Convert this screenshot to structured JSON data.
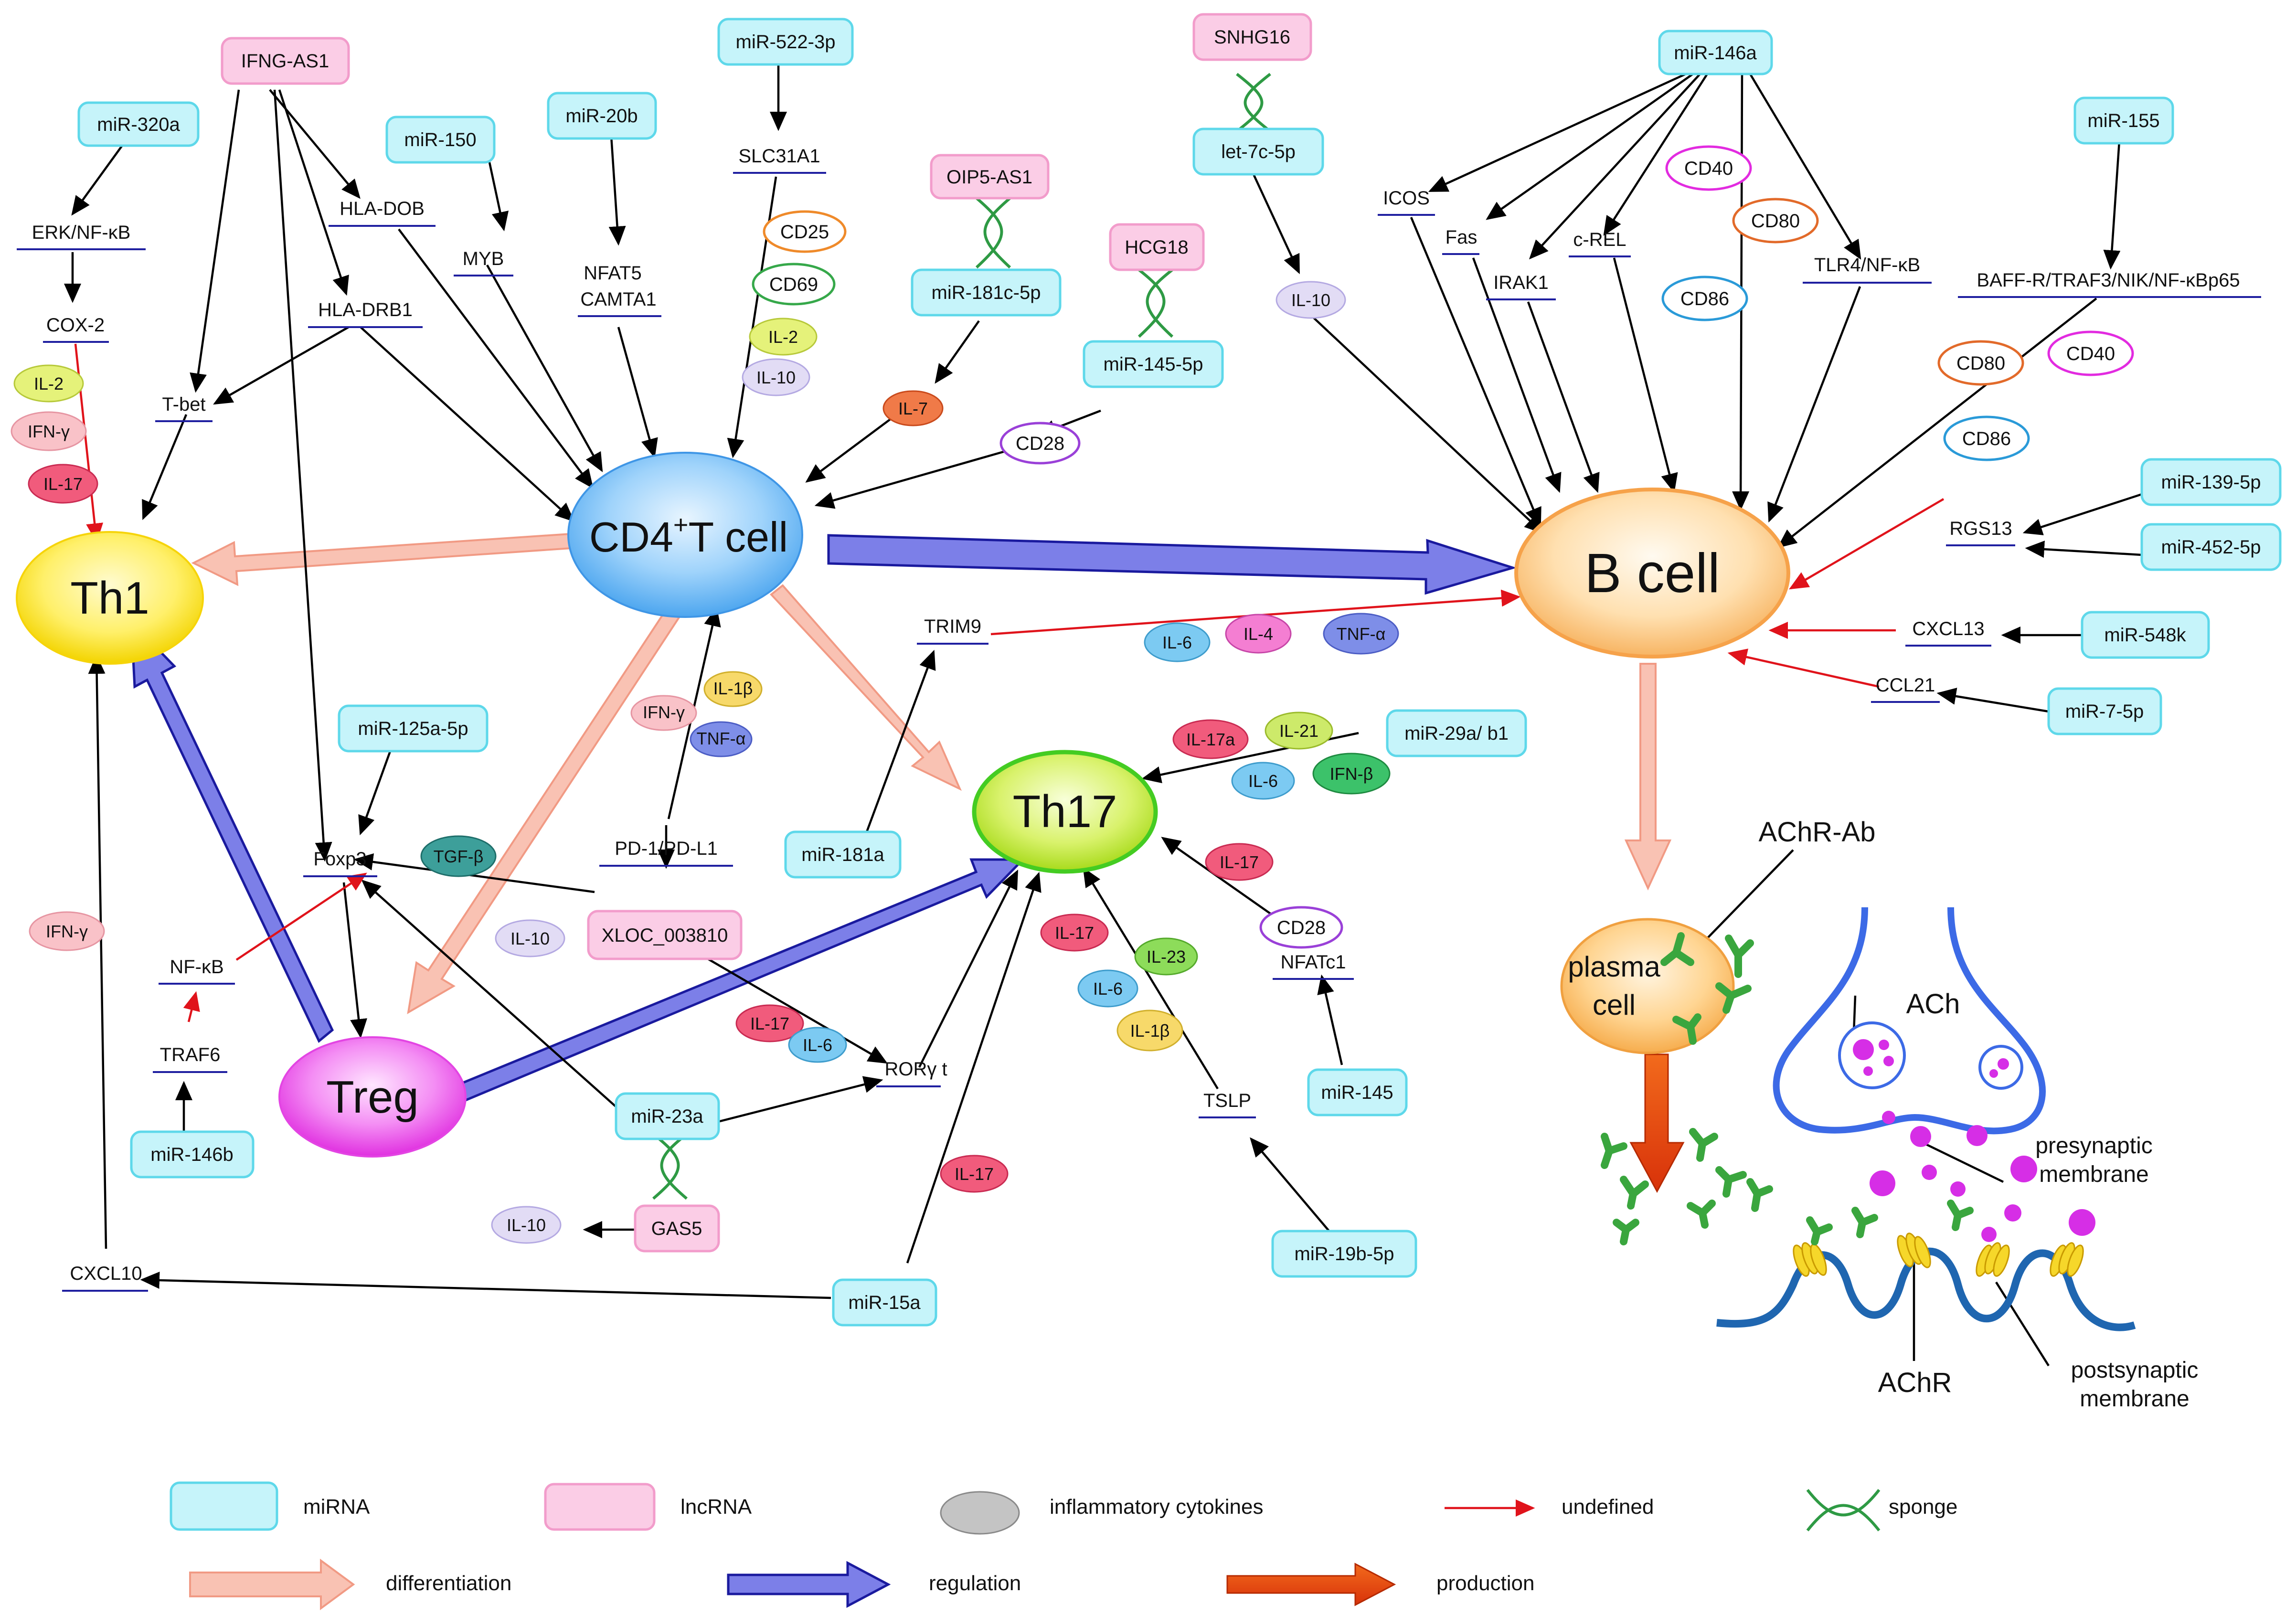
{
  "cells": {
    "cd4": {
      "pre": "CD4",
      "sup": "+",
      "post": "T cell"
    },
    "th1": "Th1",
    "th17": "Th17",
    "treg": "Treg",
    "bcell": "B cell",
    "plasma_l1": "plasma",
    "plasma_l2": "cell"
  },
  "mirna": {
    "mir320a": "miR-320a",
    "mir150": "miR-150",
    "mir20b": "miR-20b",
    "mir522": "miR-522-3p",
    "mir181c": "miR-181c-5p",
    "mir145_5p": "miR-145-5p",
    "let7c": "let-7c-5p",
    "mir146a": "miR-146a",
    "mir155": "miR-155",
    "mir125a": "miR-125a-5p",
    "mir181a": "miR-181a",
    "mir29": "miR-29a/ b1",
    "mir139": "miR-139-5p",
    "mir452": "miR-452-5p",
    "mir548k": "miR-548k",
    "mir7": "miR-7-5p",
    "mir146b": "miR-146b",
    "mir23a": "miR-23a",
    "mir145": "miR-145",
    "mir19b": "miR-19b-5p",
    "mir15a": "miR-15a"
  },
  "lncrna": {
    "ifng_as1": "IFNG-AS1",
    "snhg16": "SNHG16",
    "oip5": "OIP5-AS1",
    "hcg18": "HCG18",
    "xloc": "XLOC_003810",
    "gas5": "GAS5"
  },
  "genes": {
    "erk": "ERK/NF-κB",
    "cox2": "COX-2",
    "hla_dob": "HLA-DOB",
    "hla_drb1": "HLA-DRB1",
    "tbet": "T-bet",
    "myb": "MYB",
    "nfat5_l1": "NFAT5",
    "nfat5_l2": "CAMTA1",
    "slc31a1": "SLC31A1",
    "icos": "ICOS",
    "fas": "Fas",
    "irak1": "IRAK1",
    "crel": "c-REL",
    "tlr4": "TLR4/NF-κB",
    "baff": "BAFF-R/TRAF3/NIK/NF-κBp65",
    "rgs13": "RGS13",
    "cxcl13": "CXCL13",
    "ccl21": "CCL21",
    "trim9": "TRIM9",
    "foxp3": "Foxp3",
    "pd1": "PD-1/PD-L1",
    "nfkb": "NF-κB",
    "traf6": "TRAF6",
    "rorgt": "RORγ t",
    "tslp": "TSLP",
    "nfatc1": "NFATc1",
    "cxcl10": "CXCL10"
  },
  "cytokines": {
    "il2_th1": "IL-2",
    "ifng_th1": "IFN-γ",
    "il17_th1": "IL-17",
    "il2_cd4": "IL-2",
    "il10_cd4": "IL-10",
    "il7": "IL-7",
    "il10_let": "IL-10",
    "ifng_mid": "IFN-γ",
    "il1b_mid": "IL-1β",
    "tnfa_mid": "TNF-α",
    "tgfb": "TGF-β",
    "il10_xloc": "IL-10",
    "ifng_left": "IFN-γ",
    "il6_b": "IL-6",
    "il4_b": "IL-4",
    "tnfa_b": "TNF-α",
    "il17a": "IL-17a",
    "il21": "IL-21",
    "il6_th17": "IL-6",
    "ifnb": "IFN-β",
    "il17_r": "IL-17",
    "il17_m1": "IL-17",
    "il23": "IL-23",
    "il6_m": "IL-6",
    "il1b_m": "IL-1β",
    "il17_ror": "IL-17",
    "il6_ror": "IL-6",
    "il17_low": "IL-17",
    "il10_gas": "IL-10"
  },
  "receptors": {
    "cd25": "CD25",
    "cd69": "CD69",
    "cd28_a": "CD28",
    "cd28_b": "CD28",
    "cd40_a": "CD40",
    "cd80_a": "CD80",
    "cd86_a": "CD86",
    "cd80_b": "CD80",
    "cd40_b": "CD40",
    "cd86_b": "CD86"
  },
  "synapse": {
    "achr_ab": "AChR-Ab",
    "ach": "ACh",
    "pre_l1": "presynaptic",
    "pre_l2": "membrane",
    "post_l1": "postsynaptic",
    "post_l2": "membrane",
    "achr": "AChR"
  },
  "legend": {
    "mirna": "miRNA",
    "lncrna": "lncRNA",
    "cytokines": "inflammatory cytokines",
    "undefined": "undefined",
    "sponge": "sponge",
    "differentiation": "differentiation",
    "regulation": "regulation",
    "production": "production"
  },
  "colors": {
    "mirna_fill": "#c6f4fa",
    "lncrna_fill": "#fbcde6",
    "differentiation": "#f7b9a9",
    "regulation": "#7b7fe8",
    "production": "#e4440c",
    "undefined": "#e0131b",
    "sponge": "#2e9a44"
  }
}
